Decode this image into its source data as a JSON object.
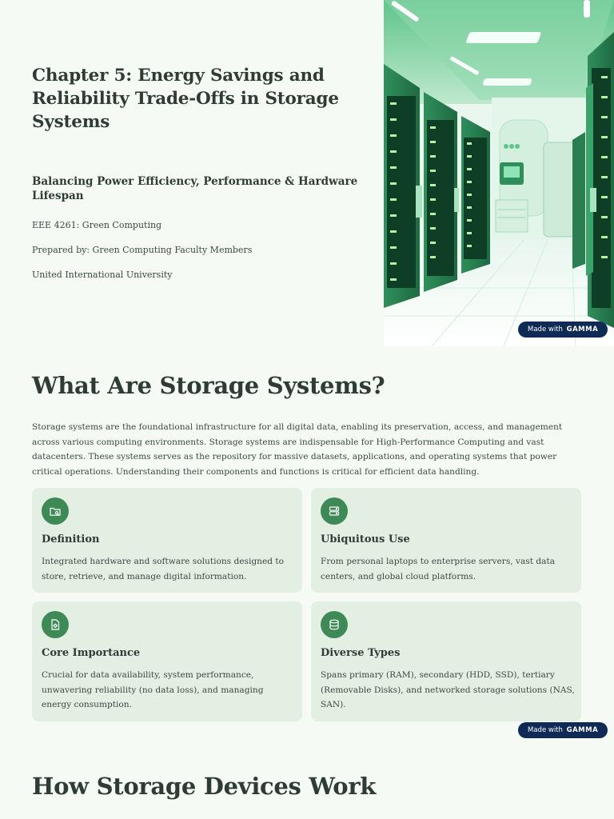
{
  "slide1": {
    "title": "Chapter 5: Energy Savings and Reliability Trade-Offs in Storage Systems",
    "subtitle": "Balancing Power Efficiency, Performance & Hardware Lifespan",
    "course": "EEE 4261: Green Computing",
    "prepared_by": "Prepared by: Green Computing Faculty Members",
    "institution": "United International University",
    "hero_image": "server-room-illustration"
  },
  "badge": {
    "prefix": "Made with",
    "brand": "GAMMA"
  },
  "slide2": {
    "title": "What Are Storage Systems?",
    "intro": "Storage systems are the foundational infrastructure for all digital data, enabling its preservation, access, and management across various computing environments. Storage systems are indispensable for High-Performance Computing and vast datacenters. These systems serves as the repository for massive datasets, applications, and operating systems that power critical operations. Understanding their components and functions is critical for efficient data handling.",
    "cards": [
      {
        "icon": "folder-icon",
        "title": "Definition",
        "text": "Integrated hardware and software solutions designed to store, retrieve, and manage digital information."
      },
      {
        "icon": "server-icon",
        "title": "Ubiquitous Use",
        "text": "From personal laptops to enterprise servers, vast data centers, and global cloud platforms."
      },
      {
        "icon": "file-gear-icon",
        "title": "Core Importance",
        "text": "Crucial for data availability, system performance, unwavering reliability (no data loss), and managing energy consumption."
      },
      {
        "icon": "database-icon",
        "title": "Diverse Types",
        "text": "Spans primary (RAM), secondary (HDD, SSD), tertiary (Removable Disks), and networked storage solutions (NAS, SAN)."
      }
    ],
    "accent_color": "#3e8a56"
  },
  "slide3": {
    "title": "How Storage Devices Work"
  }
}
